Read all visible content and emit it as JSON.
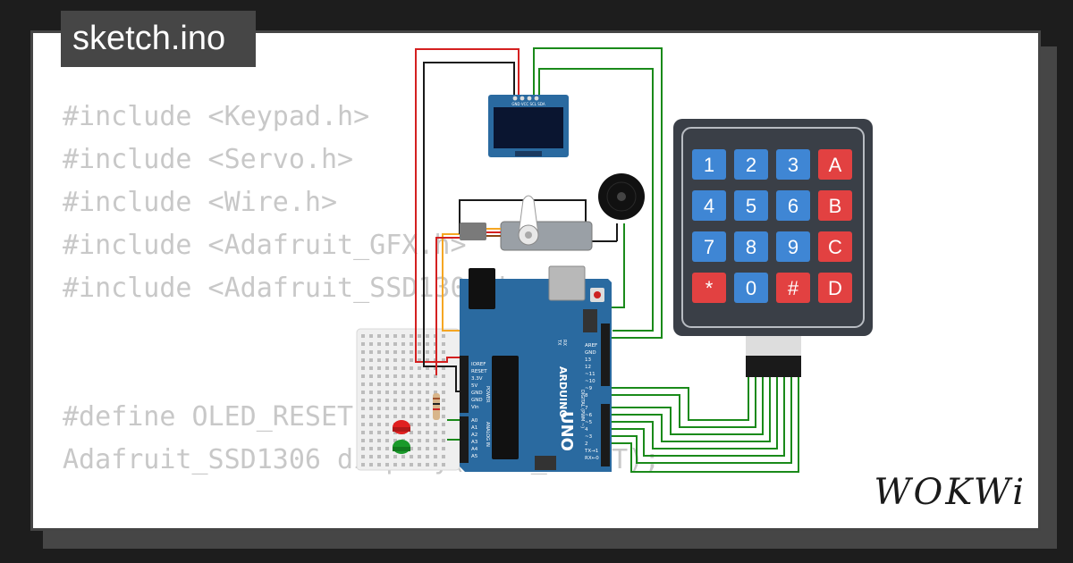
{
  "header": {
    "filename": "sketch.ino"
  },
  "code_lines": [
    "#include <Keypad.h>",
    "#include <Servo.h>",
    "#include <Wire.h>",
    "#include <Adafruit_GFX.h>",
    "#include <Adafruit_SSD1306.h>",
    "",
    "",
    "#define OLED_RESET -1",
    "Adafruit_SSD1306 display(OLED_RESET);"
  ],
  "brand": {
    "logo_text": "WOKWi"
  },
  "keypad": {
    "keys": [
      "1",
      "2",
      "3",
      "A",
      "4",
      "5",
      "6",
      "B",
      "7",
      "8",
      "9",
      "C",
      "*",
      "0",
      "#",
      "D"
    ]
  },
  "arduino": {
    "model": "UNO",
    "brand": "ARDUINO",
    "analog_label": "ANALOG IN",
    "power_label": "POWER",
    "digital_label": "DIGITAL (PWM ~)",
    "power_pins": [
      "IOREF",
      "RESET",
      "3.3V",
      "5V",
      "GND",
      "GND",
      "Vin"
    ],
    "analog_pins": [
      "A0",
      "A1",
      "A2",
      "A3",
      "A4",
      "A5"
    ],
    "top_pins": [
      "AREF",
      "GND",
      "13",
      "12",
      "~11",
      "~10",
      "~9",
      "8"
    ],
    "bottom_pins": [
      "7",
      "~6",
      "~5",
      "4",
      "~3",
      "2",
      "TX→1",
      "RX←0"
    ],
    "tx_label": "TX",
    "rx_label": "RX"
  },
  "oled": {
    "pin_labels": "GND VCC SCL SDA"
  },
  "colors": {
    "arduino_blue": "#2a6aa0",
    "key_blue": "#3f86d4",
    "key_red": "#e24141",
    "wire_green": "#1a8a1a",
    "wire_red": "#d42020",
    "wire_orange": "#f5a623"
  }
}
